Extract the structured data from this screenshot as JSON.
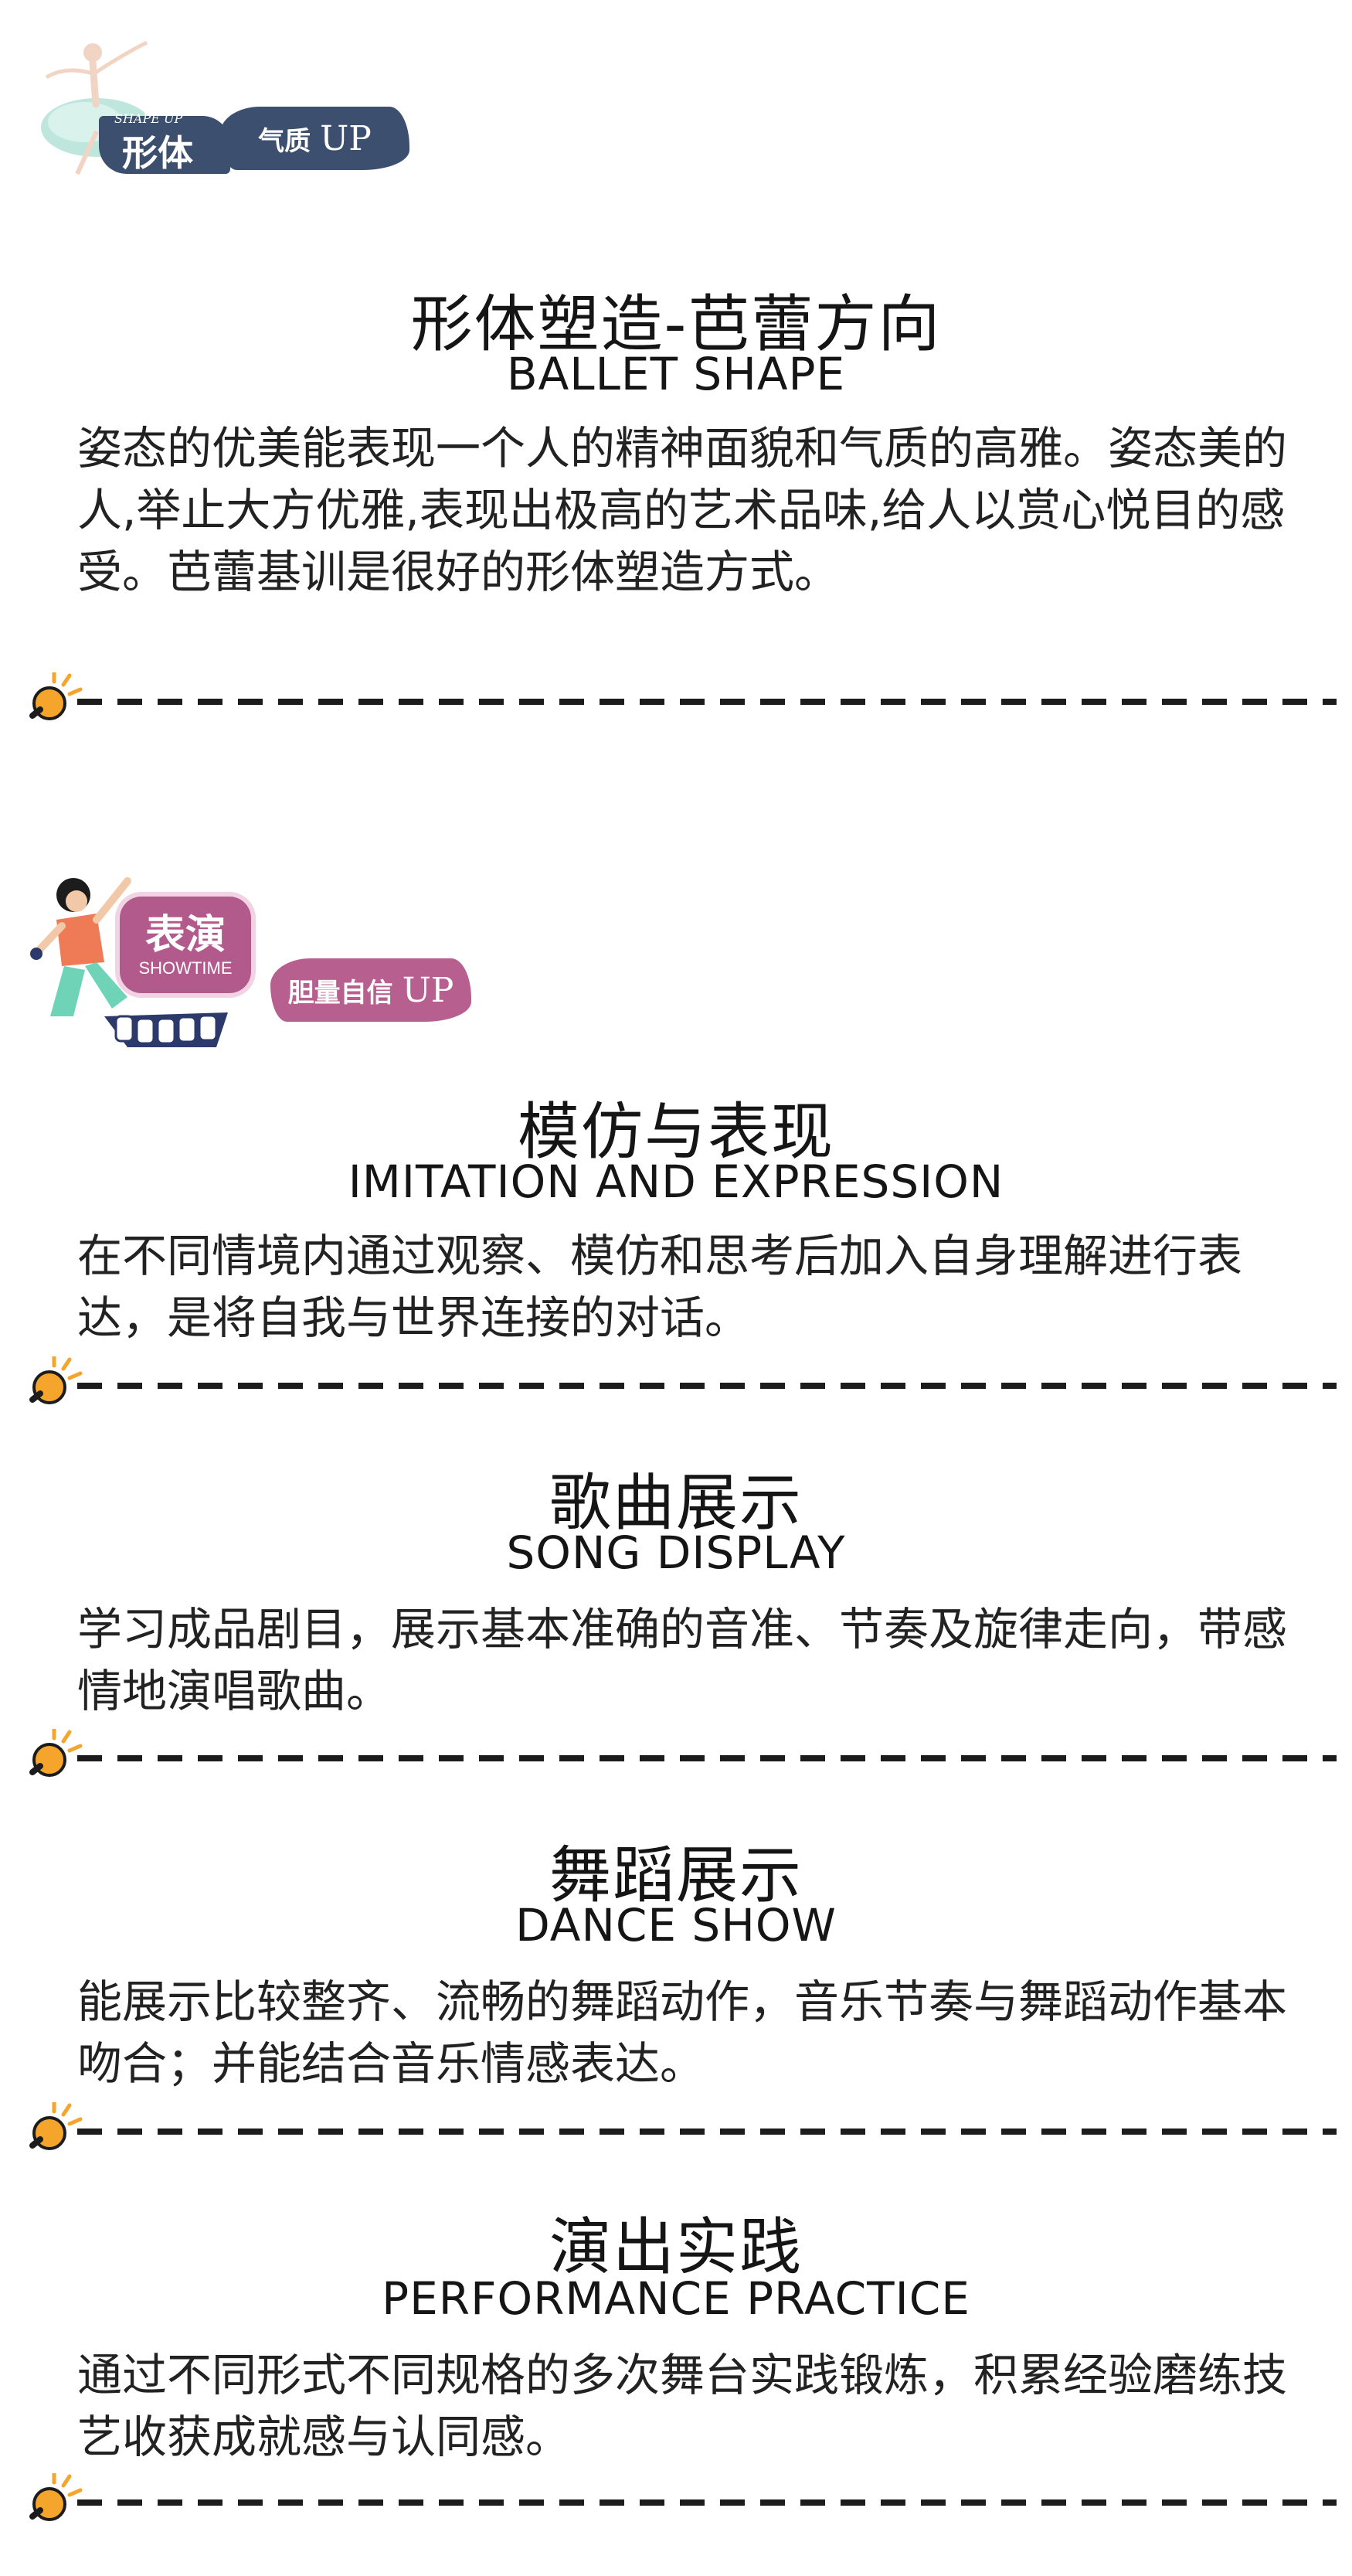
{
  "header1": {
    "tag_small": "SHAPE UP",
    "tag_main": "形体",
    "brush_text": "气质",
    "brush_up": "UP"
  },
  "sections": [
    {
      "title": "形体塑造-芭蕾方向",
      "subtitle": "BALLET SHAPE",
      "body": "姿态的优美能表现一个人的精神面貌和气质的高雅。姿态美的人,举止大方优雅,表现出极高的艺术品味,给人以赏心悦目的感受。芭蕾基训是很好的形体塑造方式。"
    },
    {
      "title": "模仿与表现",
      "subtitle": "IMITATION AND EXPRESSION",
      "body": "在不同情境内通过观察、模仿和思考后加入自身理解进行表达，是将自我与世界连接的对话。"
    },
    {
      "title": "歌曲展示",
      "subtitle": "SONG DISPLAY",
      "body": "学习成品剧目，展示基本准确的音准、节奏及旋律走向，带感情地演唱歌曲。"
    },
    {
      "title": "舞蹈展示",
      "subtitle": "DANCE SHOW",
      "body": "能展示比较整齐、流畅的舞蹈动作，音乐节奏与舞蹈动作基本吻合；并能结合音乐情感表达。"
    },
    {
      "title": "演出实践",
      "subtitle": "PERFORMANCE PRACTICE",
      "body": "通过不同形式不同规格的多次舞台实践锻炼，积累经验磨练技艺收获成就感与认同感。"
    }
  ],
  "header2": {
    "tag_main": "表演",
    "tag_small": "SHOWTIME",
    "brush_text": "胆量自信",
    "brush_up": "UP"
  },
  "colors": {
    "navy": "#3d4f6f",
    "pink": "#b35a8c",
    "bulb": "#f5a52b"
  },
  "icons": [
    "ballerina-illustration",
    "singer-illustration",
    "lightbulb-icon"
  ]
}
